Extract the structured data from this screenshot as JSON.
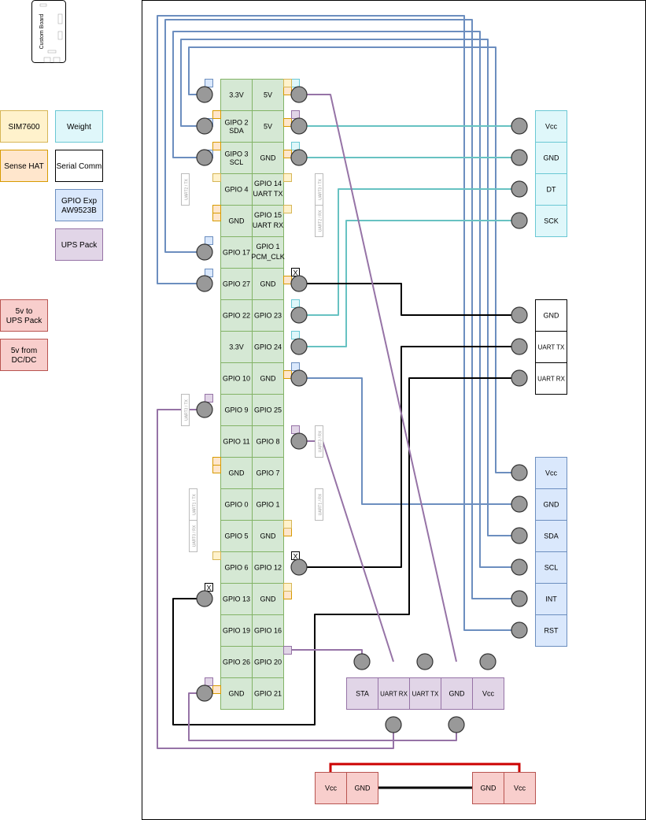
{
  "board": {
    "title": "Custom Board"
  },
  "legend": {
    "items": [
      {
        "label": "SIM7600",
        "fill": "#fff2cc",
        "stroke": "#d6b656"
      },
      {
        "label": "Weight",
        "fill": "#dff7fa",
        "stroke": "#6ac8d4"
      },
      {
        "label": "Sense HAT",
        "fill": "#ffe6cc",
        "stroke": "#d79b00"
      },
      {
        "label": "Serial Comm",
        "fill": "#ffffff",
        "stroke": "#000000"
      },
      {
        "label": "GPIO Exp\nAW9523B",
        "fill": "#dae8fc",
        "stroke": "#6c8ebf"
      },
      {
        "label": "UPS Pack",
        "fill": "#e1d5e7",
        "stroke": "#9673a6"
      },
      {
        "label": "5v to\nUPS Pack",
        "fill": "#f8cecc",
        "stroke": "#b85450"
      },
      {
        "label": "5v from\nDC/DC",
        "fill": "#f8cecc",
        "stroke": "#b85450"
      }
    ]
  },
  "pi_header": {
    "left": [
      "3.3V",
      "GIPO 2\nSDA",
      "GIPO 3\nSCL",
      "GPIO 4",
      "GND",
      "GPIO 17",
      "GPIO 27",
      "GPIO 22",
      "3.3V",
      "GPIO 10",
      "GPIO 9",
      "GPIO 11",
      "GND",
      "GPIO 0",
      "GPIO 5",
      "GPIO 6",
      "GPIO 13",
      "GPIO 19",
      "GPIO 26",
      "GND"
    ],
    "right": [
      "5V",
      "5V",
      "GND",
      "GPIO 14\nUART TX",
      "GPIO 15\nUART RX",
      "GPIO 1\nPCM_CLK",
      "GND",
      "GPIO 23",
      "GPIO 24",
      "GND",
      "GPIO 25",
      "GPIO 8",
      "GPIO 7",
      "GPIO 1",
      "GND",
      "GPIO 12",
      "GND",
      "GPIO 16",
      "GPIO 20",
      "GPIO 21"
    ],
    "fill": "#d5e8d4",
    "stroke": "#82b366"
  },
  "side_labels": [
    "UART2 / TX",
    "UART3 / TX",
    "UART2 / RX",
    "UART3 / TX",
    "UART3 / RX",
    "UART1 / TX",
    "UART1 / RX",
    "UART0 / RX"
  ],
  "x_mark": "X",
  "weight_module": [
    "Vcc",
    "GND",
    "DT",
    "SCK"
  ],
  "serial_module": [
    "GND",
    "UART TX",
    "UART RX"
  ],
  "gpio_expander": [
    "Vcc",
    "GND",
    "SDA",
    "SCL",
    "INT",
    "RST"
  ],
  "ups_pack": [
    "STA",
    "UART RX",
    "UART TX",
    "GND",
    "Vcc"
  ],
  "power_left": [
    "Vcc",
    "GND"
  ],
  "power_right": [
    "GND",
    "Vcc"
  ],
  "wire_colors": {
    "blue": "#6c8ebf",
    "teal": "#67c2c2",
    "black": "#000000",
    "purple": "#9673a6",
    "red": "#cc0000"
  }
}
